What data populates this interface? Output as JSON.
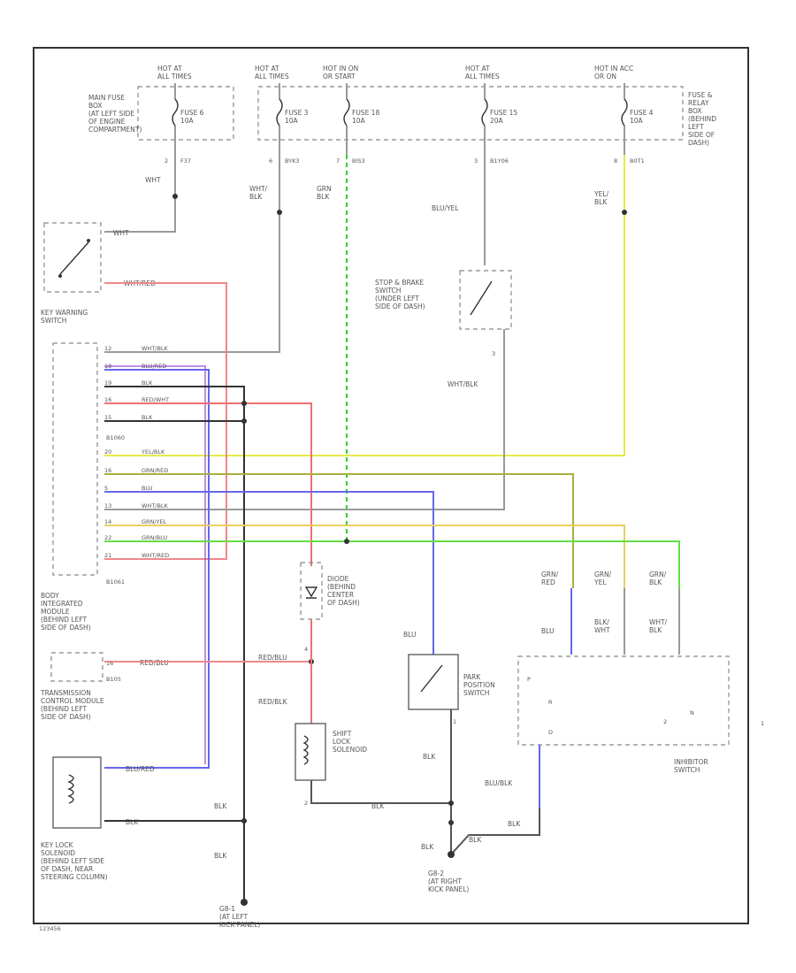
{
  "top_sources": [
    {
      "text": "HOT AT\nALL TIMES"
    },
    {
      "text": "HOT AT\nALL TIMES"
    },
    {
      "text": "HOT IN ON\nOR START"
    },
    {
      "text": "HOT AT\nALL TIMES"
    },
    {
      "text": "HOT IN ACC\nOR ON"
    }
  ],
  "fuses": {
    "main_box_label": "MAIN FUSE\nBOX\n(AT LEFT SIDE\nOF ENGINE\nCOMPARTMENT)",
    "relay_box_label": "FUSE &\nRELAY\nBOX\n(BEHIND\nLEFT\nSIDE OF\nDASH)",
    "items": [
      {
        "name": "FUSE 6",
        "amps": "10A",
        "pin": "2",
        "circuit": "F37",
        "wire": "WHT"
      },
      {
        "name": "FUSE 3",
        "amps": "10A",
        "pin": "6",
        "circuit": "BYK3",
        "wire": "WHT/\nBLK"
      },
      {
        "name": "FUSE 18",
        "amps": "10A",
        "pin": "7",
        "circuit": "BIS3",
        "wire": "GRN\nBLK"
      },
      {
        "name": "FUSE 15",
        "amps": "20A",
        "pin": "3",
        "circuit": "B1Y06",
        "wire": "BLU/YEL"
      },
      {
        "name": "FUSE 4",
        "amps": "10A",
        "pin": "8",
        "circuit": "B0T1",
        "wire": "YEL/\nBLK"
      }
    ]
  },
  "components": {
    "key_warning": "KEY WARNING\nSWITCH",
    "stop_brake": "STOP & BRAKE\nSWITCH\n(UNDER LEFT\nSIDE OF DASH)",
    "bim": "BODY\nINTEGRATED\nMODULE\n(BEHIND LEFT\nSIDE OF DASH)",
    "bim_conn_top": "B1060",
    "bim_conn_bottom": "B1061",
    "tcm": "TRANSMISSION\nCONTROL MODULE\n(BEHIND LEFT\nSIDE OF DASH)",
    "tcm_conn": "B105",
    "diode": "DIODE\n(BEHIND\nCENTER\nOF DASH)",
    "park_switch": "PARK\nPOSITION\nSWITCH",
    "shift_lock": "SHIFT\nLOCK\nSOLENOID",
    "inhibitor": "INHIBITOR\nSWITCH",
    "key_lock": "KEY LOCK\nSOLENOID\n(BEHIND LEFT SIDE\nOF DASH, NEAR\nSTEERING COLUMN)",
    "g1": "G8-1\n(AT LEFT\nKICK PANEL)",
    "g2": "G8-2\n(AT RIGHT\nKICK PANEL)"
  },
  "wire_labels": {
    "kw_top": "WHT",
    "kw_bottom": "WHT/RED",
    "bim_rows": [
      "WHT/BLK",
      "BLU/RED",
      "BLK",
      "RED/WHT",
      "BLK",
      "YEL/BLK",
      "GRN/RED",
      "BLU",
      "WHT/BLK",
      "GRN/YEL",
      "GRN/BLU",
      "WHT/RED"
    ],
    "bim_pins": [
      "12",
      "18",
      "19",
      "16",
      "15",
      "20",
      "16",
      "5",
      "13",
      "14",
      "22",
      "21"
    ],
    "stop_out": "WHT/BLK",
    "stop_pin": "3",
    "tcm_wire": "RED/BLU",
    "tcm_pin": "16",
    "diode_out": "RED/BLU",
    "diode_pin": "4",
    "shift_in": "RED/BLK",
    "shift_pin": "2",
    "shift_out": "BLK",
    "park_in": "BLU",
    "park_out": "BLK",
    "park_pin": "1",
    "inh_cols": [
      "GRN/\nRED",
      "GRN/\nYEL",
      "GRN/\nBLK"
    ],
    "inh_sub": [
      "BLU",
      "BLK/\nWHT",
      "WHT/\nBLK"
    ],
    "inh_positions": [
      "P",
      "R",
      "N",
      "D",
      "2",
      "1"
    ],
    "inh_out": "BLU/BLK",
    "inh_out2": "BLK",
    "kl_top": "BLU/RED",
    "kl_bottom": "BLK",
    "g1_wire": "BLK",
    "g1_wire2": "BLK",
    "g2_wire": "BLK",
    "g2_wire2": "BLK"
  },
  "footer_code": "123456"
}
